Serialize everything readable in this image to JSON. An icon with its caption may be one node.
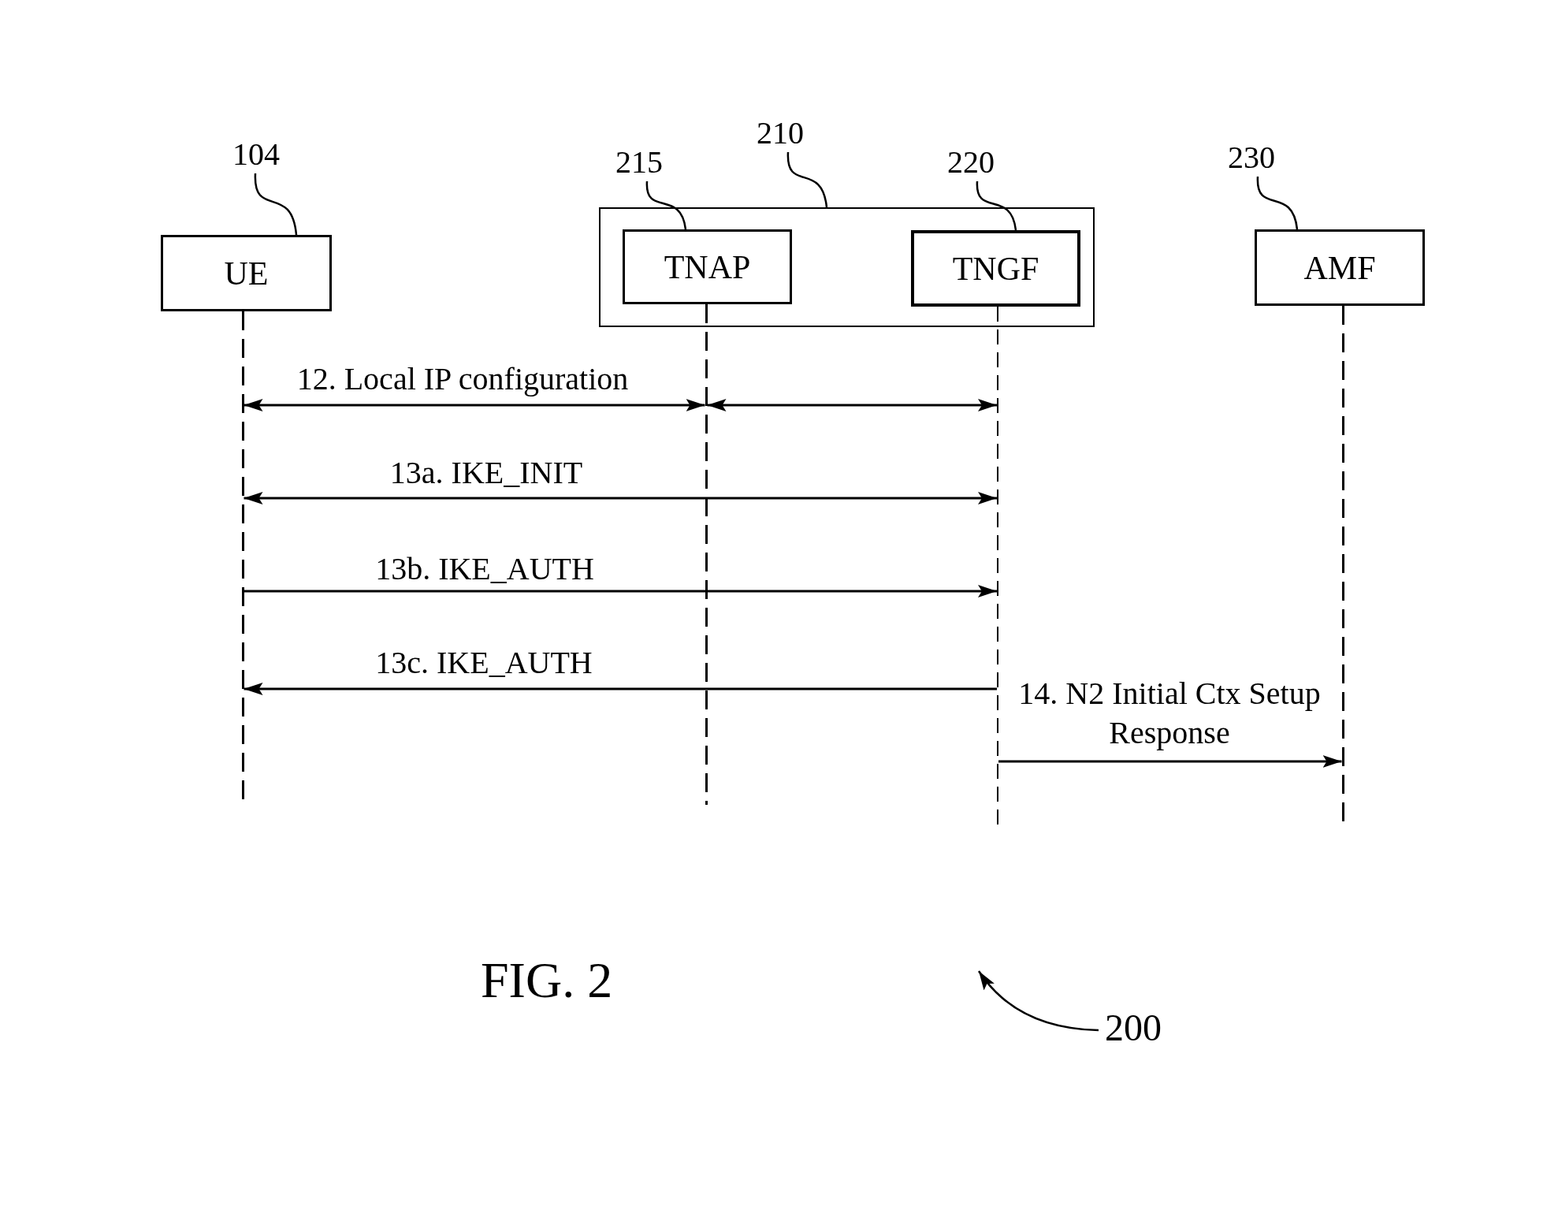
{
  "diagram": {
    "caption": "FIG. 2",
    "nodes": [
      {
        "text": [
          "104"
        ]
      },
      {
        "text": [
          "UE"
        ]
      },
      {
        "text": [
          "210"
        ]
      },
      {
        "text": [],
        "shape": "box"
      },
      {
        "text": [
          "215"
        ]
      },
      {
        "text": [
          "TNAP"
        ],
        "in": 3
      },
      {
        "text": [
          "220"
        ]
      },
      {
        "text": [
          "TNGF"
        ],
        "in": 3
      },
      {
        "text": [
          "230"
        ]
      },
      {
        "text": [
          "AMF"
        ]
      },
      {
        "text": [],
        "shape": "line"
      },
      {
        "text": [],
        "shape": "line"
      },
      {
        "text": [],
        "shape": "line"
      },
      {
        "text": [],
        "shape": "line"
      },
      {
        "text": [
          "200"
        ]
      }
    ],
    "edges": [
      {
        "from": 0,
        "to": 1,
        "arrow": "none"
      },
      {
        "from": 2,
        "to": 3,
        "arrow": "none"
      },
      {
        "from": 4,
        "to": 5,
        "arrow": "none"
      },
      {
        "from": 6,
        "to": 7,
        "arrow": "none"
      },
      {
        "from": 8,
        "to": 9,
        "arrow": "none"
      },
      {
        "from": 10,
        "to": 11,
        "arrow": "both",
        "label": "12. Local IP configuration"
      },
      {
        "from": 11,
        "to": 12,
        "arrow": "both"
      },
      {
        "from": 10,
        "to": 12,
        "arrow": "both",
        "label": "13a. IKE_INIT"
      },
      {
        "from": 10,
        "to": 12,
        "arrow": "to",
        "label": "13b. IKE_AUTH"
      },
      {
        "from": 12,
        "to": 10,
        "arrow": "to",
        "label": "13c. IKE_AUTH"
      },
      {
        "from": 12,
        "to": 13,
        "arrow": "to",
        "label": "14. N2 Initial Ctx Setup Response"
      },
      {
        "from": 14,
        "to": null,
        "arrow": "to"
      }
    ]
  }
}
